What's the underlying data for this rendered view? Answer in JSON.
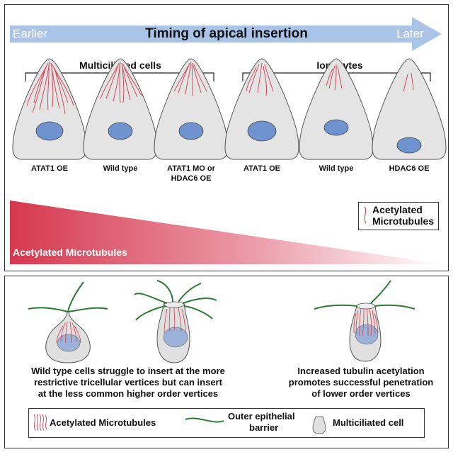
{
  "header": {
    "earlier": "Earlier",
    "title": "Timing of apical insertion",
    "later": "Later"
  },
  "groups": {
    "multiciliated": "Multiciliated cells",
    "ionocytes": "Ionocytes"
  },
  "cells": [
    {
      "label": "ATAT1 OE"
    },
    {
      "label": "Wild type"
    },
    {
      "label_line1": "ATAT1 MO or",
      "label_line2": "HDAC6 OE"
    },
    {
      "label": "ATAT1 OE"
    },
    {
      "label": "Wild type"
    },
    {
      "label": "HDAC6 OE"
    }
  ],
  "gradient": {
    "label": "Acetylated Microtubules",
    "color_start": "#d6384f",
    "color_end": "#ffffff"
  },
  "top_legend": {
    "line1": "Acetylated",
    "line2": "Microtubules"
  },
  "bottom": {
    "caption_left": {
      "line1": "Wild type cells struggle to insert at the more",
      "line2": "restrictive tricellular vertices but can insert",
      "line3": "at the less common higher order vertices"
    },
    "caption_right": {
      "line1": "Increased tubulin acetylation",
      "line2": "promotes successful penetration",
      "line3": "of lower order vertices"
    }
  },
  "legend": {
    "acetylated": "Acetylated Microtubules",
    "barrier_line1": "Outer epithelial",
    "barrier_line2": "barrier",
    "multiciliated": "Multiciliated cell"
  },
  "colors": {
    "arrow": "#a9c4e6",
    "nucleus": "#6f93cf",
    "cell": "#e4e4e4",
    "microtubule": "#d23a4e",
    "barrier": "#2f7a32"
  }
}
